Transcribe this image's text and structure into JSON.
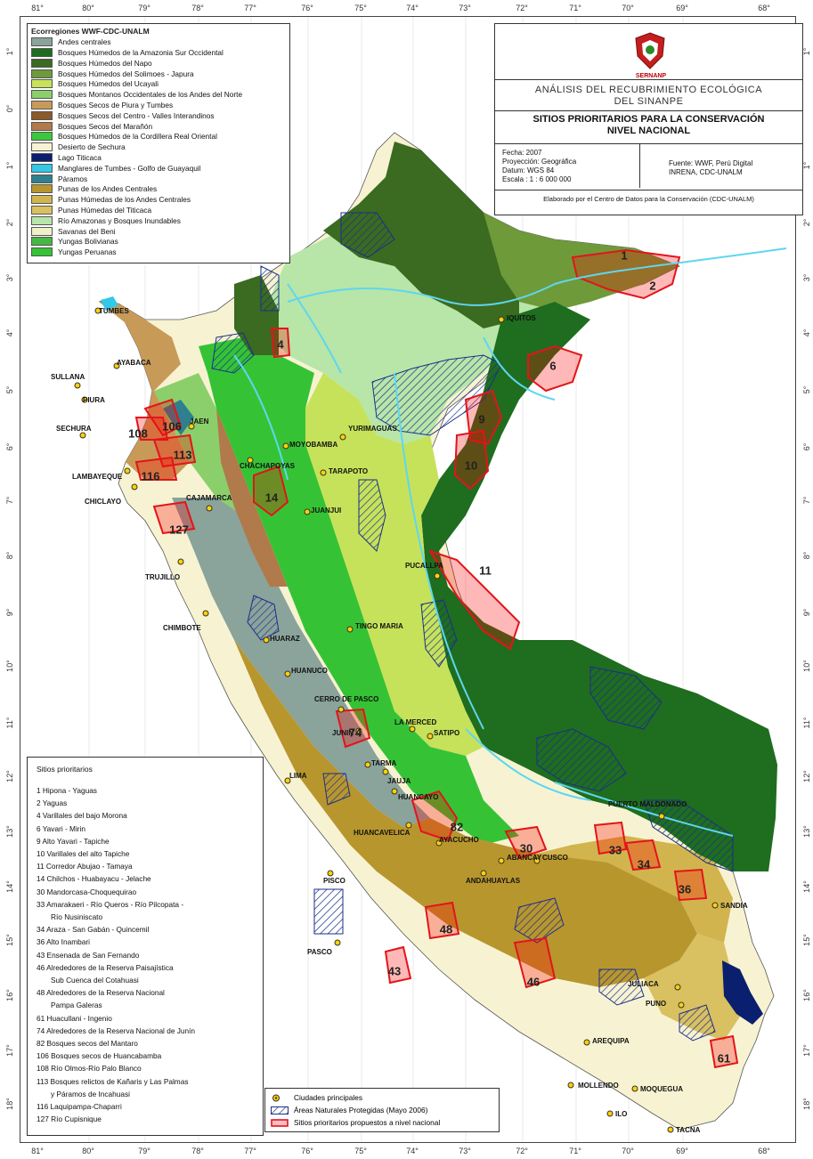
{
  "longitude_ticks": [
    "81°",
    "80°",
    "79°",
    "78°",
    "77°",
    "76°",
    "75°",
    "74°",
    "73°",
    "72°",
    "71°",
    "70°",
    "69°",
    "68°"
  ],
  "latitude_ticks": [
    "1°",
    "0°",
    "1°",
    "2°",
    "3°",
    "4°",
    "5°",
    "6°",
    "7°",
    "8°",
    "9°",
    "10°",
    "11°",
    "12°",
    "13°",
    "14°",
    "15°",
    "16°",
    "17°",
    "18°"
  ],
  "ecoregions": {
    "title": "Ecorregiones WWF-CDC-UNALM",
    "items": [
      {
        "label": "Andes centrales",
        "color": "#8aa39b"
      },
      {
        "label": "Bosques Húmedos de la Amazonia Sur Occidental",
        "color": "#1f6d1f"
      },
      {
        "label": "Bosques Húmedos del Napo",
        "color": "#3a6b20"
      },
      {
        "label": "Bosques Húmedos del Solimoes - Japura",
        "color": "#6e9a3a"
      },
      {
        "label": "Bosques Húmedos del Ucayali",
        "color": "#c6e25a"
      },
      {
        "label": "Bosques Montanos Occidentales de los Andes del Norte",
        "color": "#8bcf6a"
      },
      {
        "label": "Bosques Secos de Piura y Tumbes",
        "color": "#c89a58"
      },
      {
        "label": "Bosques Secos del Centro - Valles Interandinos",
        "color": "#8a5a2a"
      },
      {
        "label": "Bosques Secos del Marañón",
        "color": "#b07a4a"
      },
      {
        "label": "Bosques Húmedos de la Cordillera Real Oriental",
        "color": "#3cc83c"
      },
      {
        "label": "Desierto de Sechura",
        "color": "#f7f3d2"
      },
      {
        "label": "Lago Titicaca",
        "color": "#0a1f6e"
      },
      {
        "label": "Manglares de Tumbes - Golfo de Guayaquil",
        "color": "#32c8e8"
      },
      {
        "label": "Páramos",
        "color": "#2f7f8f"
      },
      {
        "label": "Punas de los Andes Centrales",
        "color": "#b8962e"
      },
      {
        "label": "Punas Húmedas de los Andes Centrales",
        "color": "#d2b44e"
      },
      {
        "label": "Punas Húmedas del Titicaca",
        "color": "#d9c060"
      },
      {
        "label": "Río Amazonas y Bosques Inundables",
        "color": "#b7e6a8"
      },
      {
        "label": "Savanas del Beni",
        "color": "#eef0c8"
      },
      {
        "label": "Yungas Bolivianas",
        "color": "#44b844"
      },
      {
        "label": "Yungas Peruanas",
        "color": "#35c335"
      }
    ]
  },
  "titlebox": {
    "logo_text": "SERNANP",
    "title_line1": "ANÁLISIS DEL RECUBRIMIENTO ECOLÓGICA",
    "title_line2": "DEL SINANPE",
    "subtitle_line1": "SITIOS PRIORITARIOS PARA LA CONSERVACIÓN",
    "subtitle_line2": "NIVEL NACIONAL",
    "info_fecha": "Fecha: 2007",
    "info_proyeccion": "Proyección: Geográfica",
    "info_datum": "Datum: WGS 84",
    "info_escala": "Escala : 1 : 6 000 000",
    "source_line1": "Fuente: WWF, Perú Digital",
    "source_line2": "INRENA, CDC-UNALM",
    "credit": "Elaborado por el Centro de Datos para la Conservación (CDC-UNALM)"
  },
  "sites": {
    "title": "Sitios prioritarios",
    "items": [
      "1 Hipona - Yaguas",
      "2 Yaguas",
      "4 Varillales del bajo Morona",
      "6 Yavari - Mirin",
      "9 Alto Yavari - Tapiche",
      "10 Varillales del alto Tapiche",
      "11 Corredor Abujao - Tamaya",
      "14 Chilchos - Huabayacu - Jelache",
      "30 Mandorcasa-Choquequirao",
      "33 Amarakaeri - Río Queros - Río Pilcopata -",
      "Río Nusiniscato",
      "34 Araza - San Gabán - Quincemil",
      "36 Alto Inambari",
      "43 Ensenada de San Fernando",
      "46 Alrededores de la Reserva Paisajística",
      "Sub Cuenca del Cotahuasi",
      "48 Alrededores de la Reserva Nacional",
      "Pampa Galeras",
      "61 Huacullani - Ingenio",
      "74 Alrededores de la Reserva Nacional de Junín",
      "82 Bosques secos del Mantaro",
      "106 Bosques secos de Huancabamba",
      "108 Río Olmos-Río Palo Blanco",
      "113 Bosques relictos de Kañaris y Las Palmas",
      "y Páramos de Incahuasi",
      "116 Laquipampa-Chaparri",
      "127 Río Cupisnique"
    ]
  },
  "symbols": {
    "cities": "Ciudades principales",
    "protected": "Áreas Naturales Protegidas (Mayo 2006)",
    "priority": "Sitios prioritarios propuestos a nivel nacional"
  },
  "cities": [
    "TUMBES",
    "AYABACA",
    "SULLANA",
    "PIURA",
    "SECHURA",
    "LAMBAYEQUE",
    "CHICLAYO",
    "JAEN",
    "MOYOBAMBA",
    "CHACHAPOYAS",
    "TARAPOTO",
    "JUANJUI",
    "CAJAMARCA",
    "TRUJILLO",
    "CHIMBOTE",
    "HUARAZ",
    "HUANUCO",
    "TINGO MARIA",
    "PUCALLPA",
    "YURIMAGUAS",
    "IQUITOS",
    "PASCO",
    "CERRO DE PASCO",
    "LA MERCED",
    "SATIPO",
    "JUNIN",
    "TARMA",
    "JAUJA",
    "HUANCAYO",
    "LIMA",
    "HUANCAVELICA",
    "AYACUCHO",
    "ABANCAY",
    "ANDAHUAYLAS",
    "CUSCO",
    "PUERTO MALDONADO",
    "SANDIA",
    "PISCO",
    "JULIACA",
    "PUNO",
    "AREQUIPA",
    "MOLLENDO",
    "MOQUEGUA",
    "ILO",
    "TACNA"
  ],
  "site_numbers": [
    "1",
    "2",
    "4",
    "6",
    "9",
    "10",
    "11",
    "14",
    "30",
    "33",
    "34",
    "36",
    "43",
    "46",
    "48",
    "61",
    "74",
    "82",
    "106",
    "108",
    "113",
    "116",
    "127"
  ]
}
